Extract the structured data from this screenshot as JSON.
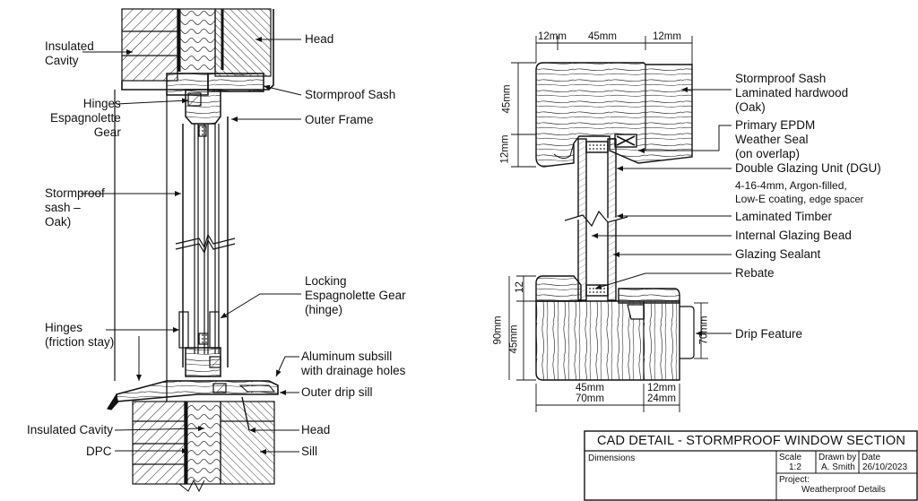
{
  "left_labels": {
    "insulated_cavity_top": [
      "Insulated",
      "Cavity"
    ],
    "head_top": "Head",
    "hinges_espagnolette": [
      "Hinges",
      "Espagnolette",
      "Gear"
    ],
    "stormproof_sash": "Stormproof Sash",
    "outer_frame": "Outer Frame",
    "stormproof_sash_oak": [
      "Stormproof",
      "sash –",
      "Oak)"
    ],
    "locking_gear": [
      "Locking",
      "Espagnolette Gear",
      "(hinge)"
    ],
    "hinges_friction": [
      "Hinges",
      "(friction stay)"
    ],
    "subsill": [
      "Aluminum subsill",
      "with drainage holes"
    ],
    "outer_drip_sill": "Outer drip sill",
    "insulated_cavity_bottom": "Insulated Cavity",
    "head_bottom": "Head",
    "dpc": "DPC",
    "sill": "Sill"
  },
  "right_labels": {
    "sash": [
      "Stormproof Sash",
      "Laminated hardwood",
      "(Oak)"
    ],
    "epdm": [
      "Primary EPDM",
      "Weather Seal",
      "(on overlap)"
    ],
    "dgu": "Double Glazing Unit (DGU)",
    "dgu_spec_1": "4-16-4mm, Argon-filled,",
    "dgu_spec_2a": "Low-E coating,",
    "dgu_spec_2b": "edge spacer",
    "laminated_timber": "Laminated Timber",
    "glazing_bead": "Internal Glazing Bead",
    "glazing_sealant": "Glazing Sealant",
    "rebate": "Rebate",
    "drip_feature": "Drip Feature"
  },
  "dimensions": {
    "top_12a": "12mm",
    "top_45": "45mm",
    "top_12b": "12mm",
    "v_45": "45mm",
    "v_12_top": "12mm",
    "v_12_bottom": "12",
    "v_90": "90mm",
    "v_45_bottom": "45mm",
    "v_70": "70mm",
    "b_45": "45mm",
    "b_70": "70mm",
    "b_12": "12mm",
    "b_24": "24mm"
  },
  "title_block": {
    "title": "CAD DETAIL - STORMPROOF WINDOW SECTION",
    "dimensions_label": "Dimensions",
    "scale_label": "Scale",
    "scale_value": "1:2",
    "drawn_by_label": "Drawn by",
    "drawn_by_value": "A. Smith",
    "date_label": "Date",
    "date_value": "26/10/2023",
    "project_label": "Project:",
    "project_value": "Weatherproof Details"
  }
}
